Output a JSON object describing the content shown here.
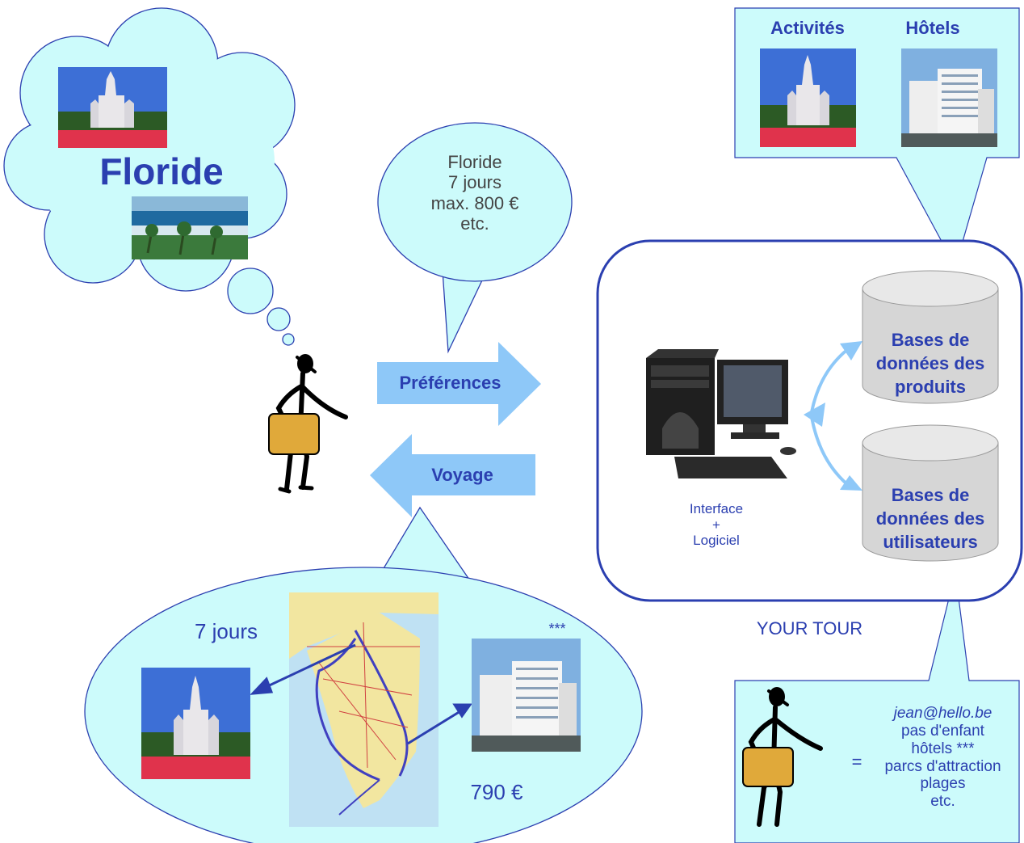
{
  "thought": {
    "title": "Floride"
  },
  "speech": {
    "lines": [
      "Floride",
      "7 jours",
      "max. 800 €",
      "etc."
    ]
  },
  "arrows": {
    "right_label": "Préférences",
    "left_label": "Voyage"
  },
  "top_panel": {
    "left_label": "Activités",
    "right_label": "Hôtels"
  },
  "system": {
    "caption": "YOUR TOUR",
    "computer_lines": [
      "Interface",
      "+",
      "Logiciel"
    ],
    "db_products": [
      "Bases de",
      "données des",
      "produits"
    ],
    "db_users": [
      "Bases de",
      "données des",
      "utilisateurs"
    ]
  },
  "result": {
    "duration": "7 jours",
    "stars": "***",
    "price": "790 €"
  },
  "profile": {
    "equals": "=",
    "email": "jean@hello.be",
    "lines": [
      "pas d'enfant",
      "hôtels ***",
      "parcs d'attraction",
      "plages",
      "etc."
    ]
  },
  "colors": {
    "bubble": "#ccfbfb",
    "outline": "#2b3fb0",
    "arrow": "#8ec8f8",
    "suitcase": "#e0a93a"
  }
}
